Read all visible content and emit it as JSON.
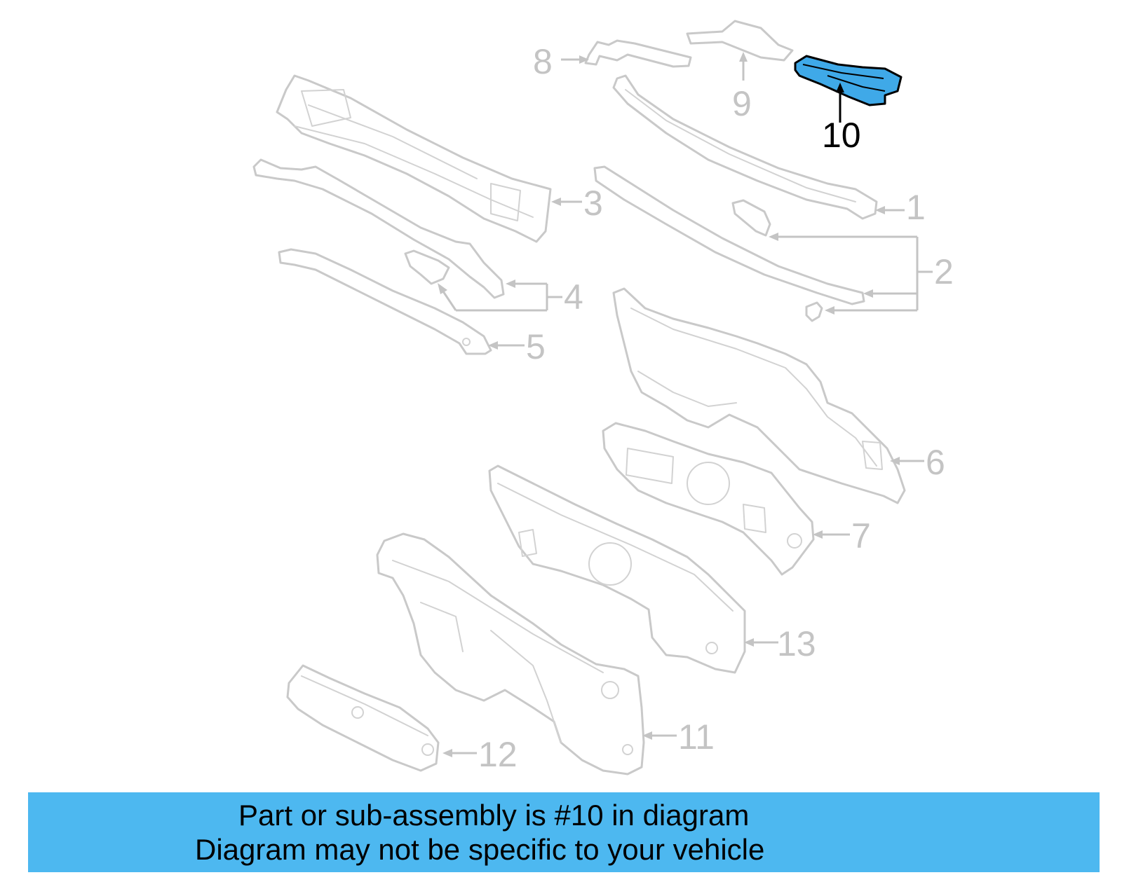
{
  "callouts": [
    {
      "num": "1",
      "highlighted": false
    },
    {
      "num": "2",
      "highlighted": false
    },
    {
      "num": "3",
      "highlighted": false
    },
    {
      "num": "4",
      "highlighted": false
    },
    {
      "num": "5",
      "highlighted": false
    },
    {
      "num": "6",
      "highlighted": false
    },
    {
      "num": "7",
      "highlighted": false
    },
    {
      "num": "8",
      "highlighted": false
    },
    {
      "num": "9",
      "highlighted": false
    },
    {
      "num": "10",
      "highlighted": true
    },
    {
      "num": "11",
      "highlighted": false
    },
    {
      "num": "12",
      "highlighted": false
    },
    {
      "num": "13",
      "highlighted": false
    }
  ],
  "colors": {
    "highlight_fill": "#3fa9e8",
    "caption_bg": "#4db8f0",
    "part_stroke": "#c9c9c9"
  },
  "caption": {
    "line1": "Part or sub-assembly is #10 in diagram",
    "line2": "Diagram may not be specific to your vehicle"
  }
}
